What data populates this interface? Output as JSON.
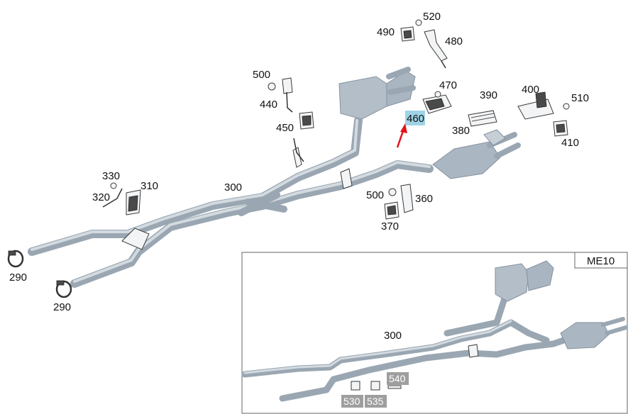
{
  "labels": {
    "p520": "520",
    "p490": "490",
    "p480": "480",
    "p500a": "500",
    "p470": "470",
    "p440": "440",
    "p460": "460",
    "p390": "390",
    "p400": "400",
    "p510": "510",
    "p380": "380",
    "p410": "410",
    "p450": "450",
    "p330": "330",
    "p310": "310",
    "p320": "320",
    "p300": "300",
    "p500b": "500",
    "p360": "360",
    "p370": "370",
    "p290a": "290",
    "p290b": "290"
  },
  "inset": {
    "title": "ME10",
    "p300": "300",
    "p540": "540",
    "p530": "530",
    "p535": "535"
  },
  "colors": {
    "pipe": "#9aa7b2",
    "highlight": "#9fd3e6",
    "arrow": "#e0141e"
  }
}
